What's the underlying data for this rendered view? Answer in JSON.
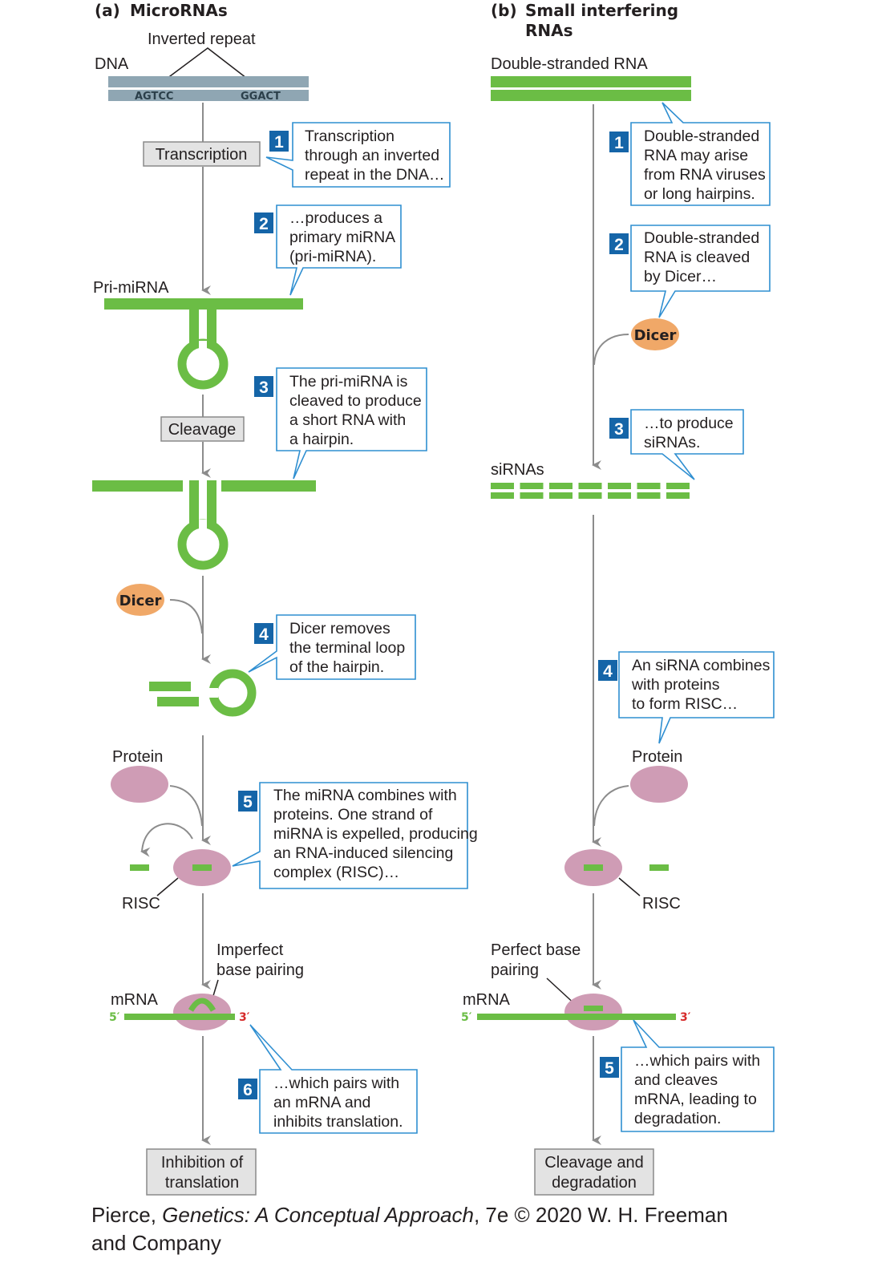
{
  "panel_a": {
    "heading_letter": "(a)",
    "heading": "MicroRNAs",
    "dna_label": "DNA",
    "inverted_repeat_label": "Inverted repeat",
    "seq_left": "AGTCC",
    "seq_right": "GGACT",
    "transcription_label": "Transcription",
    "pri_mirna_label": "Pri-miRNA",
    "cleavage_label": "Cleavage",
    "dicer_label": "Dicer",
    "protein_label": "Protein",
    "risc_label": "RISC",
    "pairing_label": [
      "Imperfect",
      "base pairing"
    ],
    "mrna_label": "mRNA",
    "five_prime": "5′",
    "three_prime": "3′",
    "outcome": [
      "Inhibition of",
      "translation"
    ],
    "steps": [
      {
        "num": "1",
        "lines": [
          "Transcription",
          "through an inverted",
          "repeat in the DNA…"
        ]
      },
      {
        "num": "2",
        "lines": [
          "…produces a",
          "primary miRNA",
          "(pri-miRNA)."
        ]
      },
      {
        "num": "3",
        "lines": [
          "The pri-miRNA is",
          "cleaved to produce",
          "a short RNA with",
          "a hairpin."
        ]
      },
      {
        "num": "4",
        "lines": [
          "Dicer removes",
          "the terminal loop",
          "of the hairpin."
        ]
      },
      {
        "num": "5",
        "lines": [
          "The miRNA combines with",
          "proteins. One strand of",
          "miRNA is expelled, producing",
          "an RNA-induced silencing",
          "complex (RISC)…"
        ]
      },
      {
        "num": "6",
        "lines": [
          "…which pairs with",
          "an mRNA and",
          " inhibits translation."
        ]
      }
    ]
  },
  "panel_b": {
    "heading_letter": "(b)",
    "heading_lines": [
      "Small interfering",
      "RNAs"
    ],
    "dsrna_label": "Double-stranded RNA",
    "dicer_label": "Dicer",
    "sirnas_label": "siRNAs",
    "protein_label": "Protein",
    "risc_label": "RISC",
    "pairing_label": [
      "Perfect base",
      "pairing"
    ],
    "mrna_label": "mRNA",
    "five_prime": "5′",
    "three_prime": "3′",
    "outcome": [
      "Cleavage and",
      "degradation"
    ],
    "steps": [
      {
        "num": "1",
        "lines": [
          "Double-stranded",
          "RNA may arise",
          "from RNA viruses",
          "or long hairpins."
        ]
      },
      {
        "num": "2",
        "lines": [
          "Double-stranded",
          "RNA is cleaved",
          "by Dicer…"
        ]
      },
      {
        "num": "3",
        "lines": [
          "…to produce",
          "siRNAs."
        ]
      },
      {
        "num": "4",
        "lines": [
          "An siRNA combines",
          "with proteins",
          "to form RISC…"
        ]
      },
      {
        "num": "5",
        "lines": [
          "…which pairs with",
          "and cleaves",
          "mRNA, leading to",
          "degradation."
        ]
      }
    ]
  },
  "credit": {
    "prefix": "Pierce, ",
    "title": "Genetics: A Conceptual Approach",
    "suffix": ", 7e © 2020 W. H. Freeman",
    "line2": "and Company"
  },
  "colors": {
    "rna_green": "#6bbd45",
    "dna_blue": "#8fa6b3",
    "step_blue": "#1565a8",
    "callout_border": "#2f8fd1",
    "protein_pink": "#cf9cb5",
    "dicer_orange": "#f0a868",
    "three_prime_red": "#d62a2a",
    "arrow_grey": "#8c8c8c"
  }
}
